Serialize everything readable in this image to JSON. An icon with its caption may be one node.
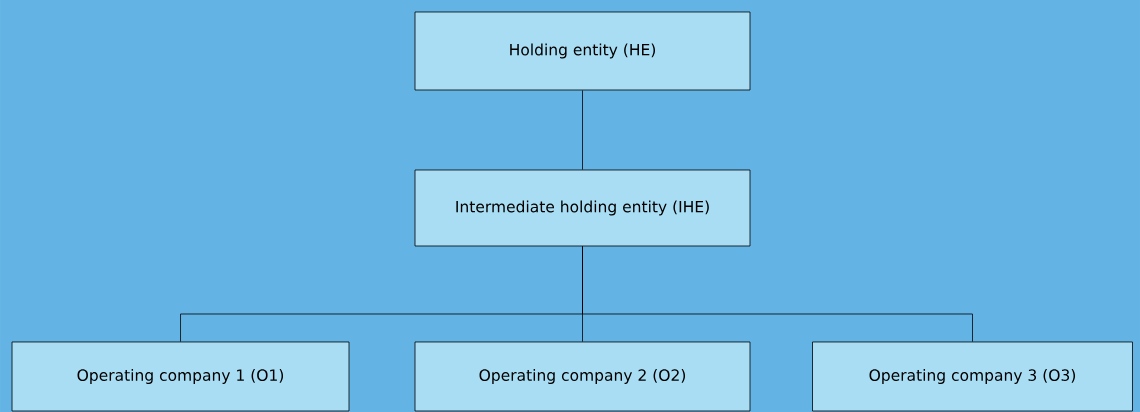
{
  "diagram": {
    "nodes": [
      {
        "text": [
          "Holding entity (HE)"
        ]
      },
      {
        "text": [
          "Intermediate holding entity (IHE)"
        ]
      },
      {
        "text": [
          "Operating company 1 (O1)"
        ]
      },
      {
        "text": [
          "Operating company 2 (O2)"
        ]
      },
      {
        "text": [
          "Operating company 3 (O3)"
        ]
      }
    ],
    "edges": [
      {
        "from": 0,
        "to": 1,
        "arrow": "none"
      },
      {
        "from": 1,
        "to": 2,
        "arrow": "none"
      },
      {
        "from": 1,
        "to": 3,
        "arrow": "none"
      },
      {
        "from": 1,
        "to": 4,
        "arrow": "none"
      }
    ]
  }
}
